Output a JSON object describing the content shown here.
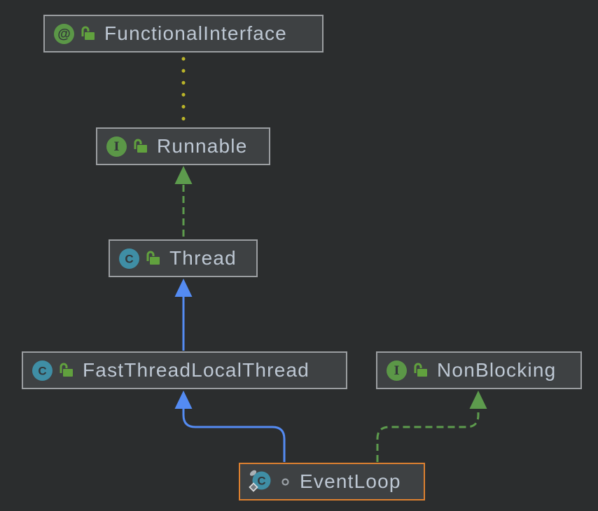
{
  "diagram": {
    "kind": "uml-class-diagram",
    "background": "#2b2d2e"
  },
  "colors": {
    "node_fill": "#3e4143",
    "node_border": "#9b9ea1",
    "selection_border": "#dd8030",
    "label": "#bdc7d3",
    "icon_green": "#5b9747",
    "icon_teal": "#3f8ea5",
    "lock_green": "#61a13e",
    "glyph_dark": "#33373a",
    "visibility_gray": "#9aa0a6",
    "modifier_diamond_fill": "#757b80",
    "modifier_diamond_stroke": "#d9dcde",
    "modifier_disc": "#aab0b5"
  },
  "icons": {
    "annotation": "green-circle-at",
    "interface": "green-circle-I",
    "class": "teal-circle-C",
    "unlocked": "open-padlock",
    "visibility_local": "circle-outline",
    "class_modifiers": "diamond-and-disc-overlay"
  },
  "nodes": [
    {
      "label": "FunctionalInterface",
      "kind": "annotation",
      "glyph": "@",
      "modifier_icon": "unlocked",
      "selected": false
    },
    {
      "label": "Runnable",
      "kind": "interface",
      "glyph": "I",
      "modifier_icon": "unlocked",
      "selected": false
    },
    {
      "label": "Thread",
      "kind": "class",
      "glyph": "C",
      "modifier_icon": "unlocked",
      "selected": false
    },
    {
      "label": "FastThreadLocalThread",
      "kind": "class",
      "glyph": "C",
      "modifier_icon": "unlocked",
      "selected": false
    },
    {
      "label": "NonBlocking",
      "kind": "interface",
      "glyph": "I",
      "modifier_icon": "unlocked",
      "selected": false
    },
    {
      "label": "EventLoop",
      "kind": "class",
      "glyph": "C",
      "visibility_icon": "circle-outline",
      "selected": true
    }
  ],
  "edges": [
    {
      "from": "Runnable",
      "to": "FunctionalInterface",
      "type": "annotation",
      "style": "dotted",
      "arrowhead": "none",
      "color": "#bbb529"
    },
    {
      "from": "Thread",
      "to": "Runnable",
      "type": "implements",
      "style": "dashed",
      "arrowhead": "hollow-triangle-up",
      "color": "#5d9b4d"
    },
    {
      "from": "FastThreadLocalThread",
      "to": "Thread",
      "type": "extends",
      "style": "solid",
      "arrowhead": "triangle-up",
      "color": "#548bf2"
    },
    {
      "from": "EventLoop",
      "to": "FastThreadLocalThread",
      "type": "extends",
      "style": "solid",
      "arrowhead": "triangle-up",
      "color": "#548bf2"
    },
    {
      "from": "EventLoop",
      "to": "NonBlocking",
      "type": "implements",
      "style": "dashed",
      "arrowhead": "triangle-up",
      "color": "#5d9b4d"
    }
  ]
}
